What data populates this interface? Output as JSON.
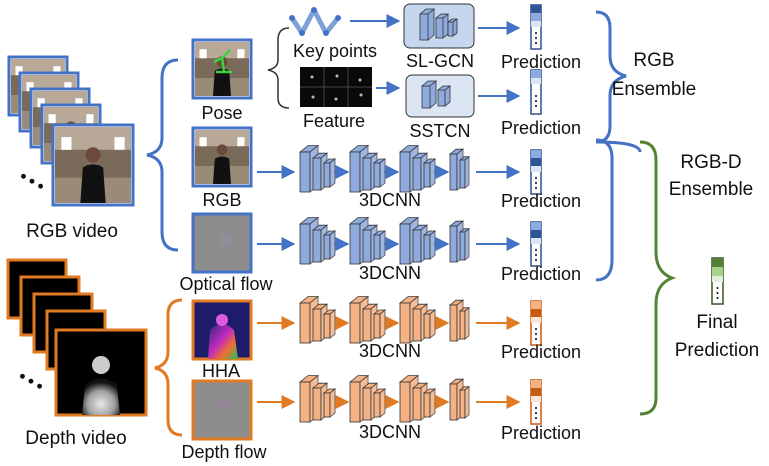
{
  "colors": {
    "rgb_blue": "#4472C4",
    "depth_orange": "#E07B24",
    "ensemble_green": "#548235",
    "block_blue": "#8FAADC",
    "block_orange": "#F4B183",
    "frame_blue": "#4472C4",
    "frame_orange": "#E07B24"
  },
  "inputs": {
    "rgb_video": "RGB video",
    "depth_video": "Depth video",
    "ellipsis": "• • •"
  },
  "modalities": {
    "pose": "Pose",
    "rgb": "RGB",
    "optical_flow": "Optical flow",
    "hha": "HHA",
    "depth_flow": "Depth flow"
  },
  "pose_branch": {
    "keypoints": "Key points",
    "feature": "Feature",
    "slgcn": "SL-GCN",
    "sstcn": "SSTCN"
  },
  "cnn_label": "3DCNN",
  "prediction_label": "Prediction",
  "ensembles": {
    "rgb_line1": "RGB",
    "rgb_line2": "Ensemble",
    "rgbd_line1": "RGB-D",
    "rgbd_line2": "Ensemble",
    "final_line1": "Final",
    "final_line2": "Prediction"
  },
  "icons": {
    "keypoints": "skeleton-keypoints-icon",
    "feature": "feature-map-icon",
    "network": "3dcnn-blocks-icon",
    "prediction": "prediction-vector-icon"
  }
}
